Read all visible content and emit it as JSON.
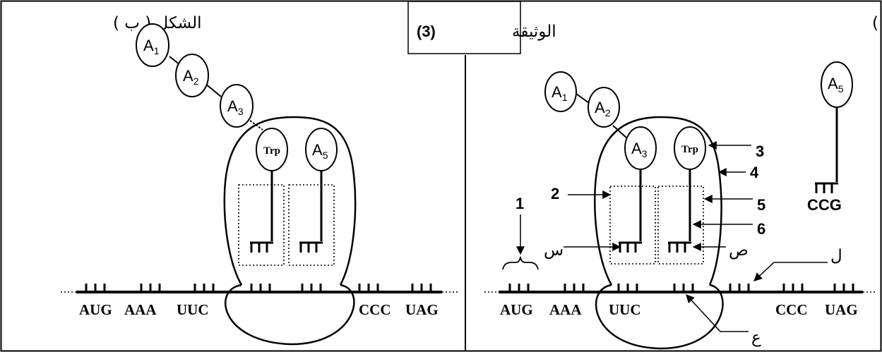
{
  "document_title": {
    "text": "الوثيقة",
    "number": "(3)"
  },
  "panel_a": {
    "title": "الشكل ( أ )",
    "amino_acids": {
      "a1": "A",
      "a1_sub": "1",
      "a2": "A",
      "a2_sub": "2",
      "a3": "A",
      "a3_sub": "3",
      "trp": "Trp",
      "a5": "A",
      "a5_sub": "5"
    },
    "free_anticodon": "CCG",
    "codons": [
      "AUG",
      "AAA",
      "UUC",
      "CCC",
      "UAG"
    ],
    "labels": {
      "n1": "1",
      "n2": "2",
      "n3": "3",
      "n4": "4",
      "n5": "5",
      "n6": "6",
      "seen": "س",
      "sad": "ص",
      "lam": "ل",
      "ain": "ع"
    }
  },
  "panel_b": {
    "title": "الشكل ( ب )",
    "amino_acids": {
      "a1": "A",
      "a1_sub": "1",
      "a2": "A",
      "a2_sub": "2",
      "a3": "A",
      "a3_sub": "3",
      "trp": "Trp",
      "a5": "A",
      "a5_sub": "5"
    },
    "codons": [
      "AUG",
      "AAA",
      "UUC",
      "CCC",
      "UAG"
    ]
  }
}
